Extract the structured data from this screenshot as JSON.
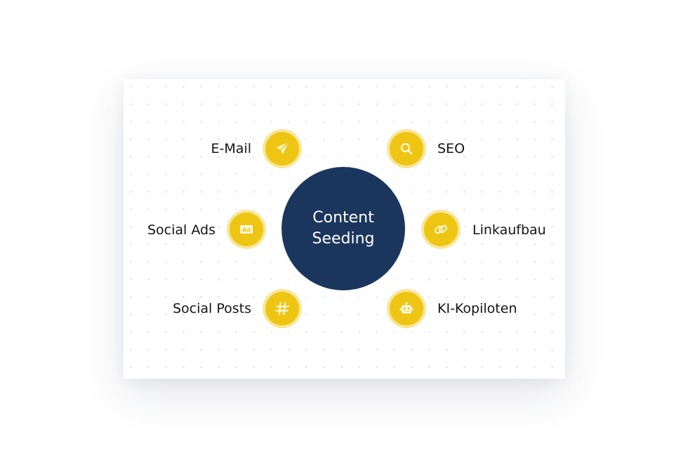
{
  "diagram": {
    "center": {
      "line1": "Content",
      "line2": "Seeding",
      "color": "#1b365d"
    },
    "accent_color": "#eec513",
    "nodes": [
      {
        "label": "E-Mail",
        "icon": "paper-plane-icon"
      },
      {
        "label": "SEO",
        "icon": "search-icon"
      },
      {
        "label": "Social Ads",
        "icon": "ad-icon"
      },
      {
        "label": "Linkaufbau",
        "icon": "link-icon"
      },
      {
        "label": "Social Posts",
        "icon": "hashtag-icon"
      },
      {
        "label": "KI-Kopiloten",
        "icon": "robot-icon"
      }
    ]
  }
}
